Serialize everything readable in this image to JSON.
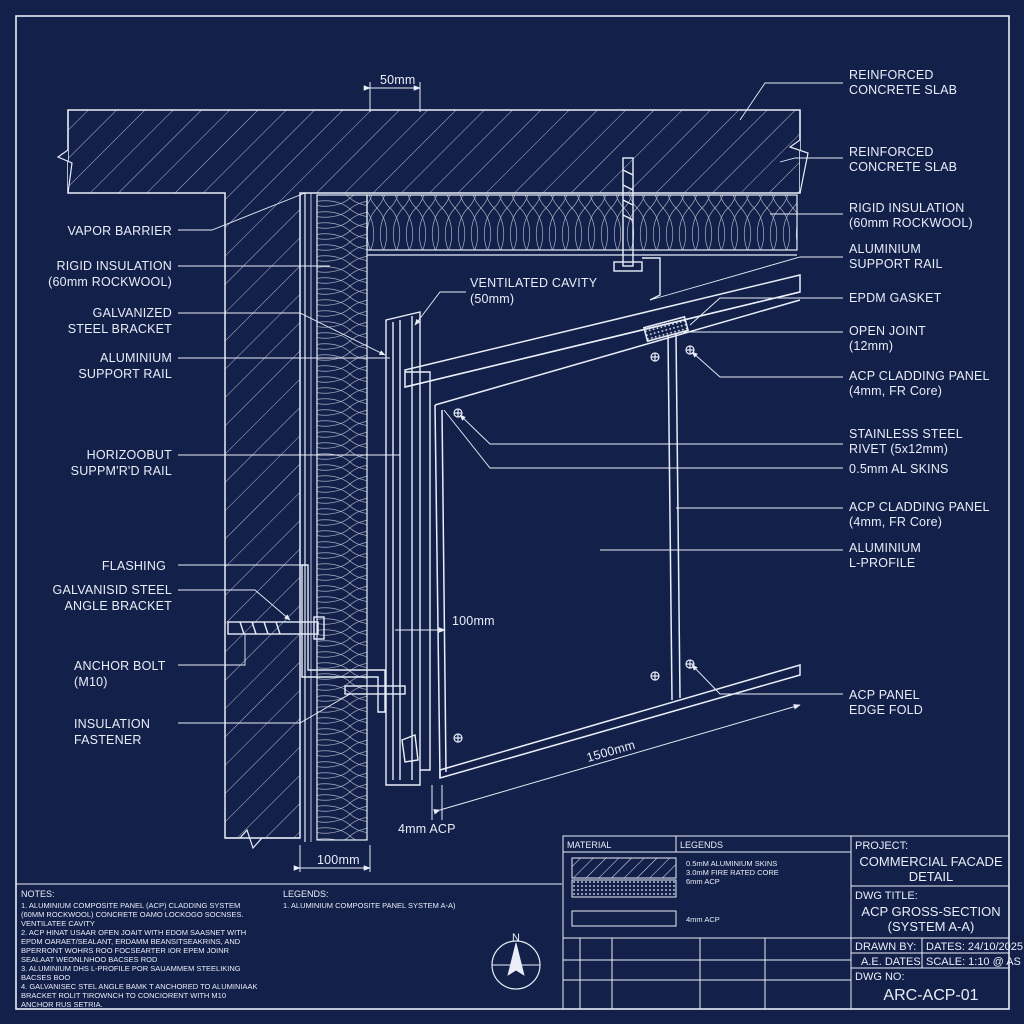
{
  "colors": {
    "background": "#13204a",
    "line": "#e8edf7"
  },
  "dimensions": {
    "top_cavity": "50mm",
    "rail_spacing": "100mm",
    "panel_length": "1500mm",
    "bottom_cavity": "100mm",
    "acp_thickness": "4mm ACP"
  },
  "labels_left": [
    {
      "lines": [
        "VAPOR BARRIER"
      ]
    },
    {
      "lines": [
        "RIGID INSULATION",
        "(60mm ROCKWOOL)"
      ]
    },
    {
      "lines": [
        "GALVANIZED",
        "STEEL BRACKET"
      ]
    },
    {
      "lines": [
        "ALUMINIUM",
        "SUPPORT RAIL"
      ]
    },
    {
      "lines": [
        "HORIZOOBUT",
        "SUPPM'R'D RAIL"
      ]
    },
    {
      "lines": [
        "FLASHING"
      ]
    },
    {
      "lines": [
        "GALVANISID STEEL",
        "ANGLE BRACKET"
      ]
    },
    {
      "lines": [
        "ANCHOR BOLT",
        "(M10)"
      ]
    },
    {
      "lines": [
        "INSULATION",
        "FASTENER"
      ]
    }
  ],
  "label_center": {
    "lines": [
      "VENTILATED CAVITY",
      "(50mm)"
    ]
  },
  "labels_right": [
    {
      "lines": [
        "REINFORCED",
        "CONCRETE SLAB"
      ]
    },
    {
      "lines": [
        "REINFORCED",
        "CONCRETE SLAB"
      ]
    },
    {
      "lines": [
        "RIGID INSULATION",
        "(60mm ROCKWOOL)"
      ]
    },
    {
      "lines": [
        "ALUMINIUM",
        "SUPPORT RAIL"
      ]
    },
    {
      "lines": [
        "EPDM GASKET"
      ]
    },
    {
      "lines": [
        "OPEN JOINT",
        "(12mm)"
      ]
    },
    {
      "lines": [
        "ACP CLADDING PANEL",
        "(4mm, FR Core)"
      ]
    },
    {
      "lines": [
        "STAINLESS STEEL",
        "RIVET (5x12mm)"
      ]
    },
    {
      "lines": [
        "0.5mm AL SKINS"
      ]
    },
    {
      "lines": [
        "ACP CLADDING PANEL",
        "(4mm, FR Core)"
      ]
    },
    {
      "lines": [
        "ALUMINIUM",
        "L-PROFILE"
      ]
    },
    {
      "lines": [
        "ACP PANEL",
        "EDGE FOLD"
      ]
    }
  ],
  "notes": {
    "heading": "NOTES:",
    "lines": [
      "1.  ALUMINIUM COMPOSITE PANEL (ACP) CLADDING SYSTEM",
      "     (60MM ROCKWOOL) CONCRETE OAMO LOCKOGO SOCNSES.",
      "     VENTILATEE CAVITY",
      "2.  ACP HINAT USAAR OFEN JOAIT WITH EDOM SAASNET WITH",
      "     EPDM OARAET/SEALANT, ERDAMM BEANSITSEAKRINS, AND",
      "     BPERRONT WOHRS ROO FOCSEARTER IOR EPEM JOINR",
      "     SEALAAT WEONLNHOO BACSES ROD",
      "3.  ALUMINIUM DHS L-PROFILE POR SAUAMMEM STEELIKING",
      "     BACSES BOO",
      "4.  GALVANISEC STEL ANGLE BAMK T ANCHORED TO ALUMINIAAK",
      "     BRACKET ROLIT TIROWNCH TO CONCIORENT WITH M10",
      "     ANCHOR RUS SETRIA."
    ]
  },
  "legends_notes": {
    "heading": "LEGENDS:",
    "lines": [
      "1.  ALUMINIUM COMPOSITE PANEL SYSTEM A-A)"
    ]
  },
  "legend_table": {
    "col_material": "MATERIAL",
    "col_legends": "LEGENDS",
    "rows": [
      {
        "lines": [
          "0.5mM ALUMINIUM SKINS",
          "3.0mM FIRE RATED CORE",
          "6mm ACP"
        ]
      },
      {
        "lines": [
          "4mm ACP"
        ]
      }
    ]
  },
  "title_block": {
    "project_label": "PROJECT:",
    "project_lines": [
      "COMMERCIAL FACADE",
      "DETAIL"
    ],
    "dwg_title_label": "DWG TITLE:",
    "dwg_title_lines": [
      "ACP GROSS-SECTION",
      "(SYSTEM A-A)"
    ],
    "drawn_by_label": "DRAWN BY:",
    "drawn_by_value": "A.E. DATES",
    "date_label": "DATES:",
    "date_value": "24/10/2025",
    "scale_label": "SCALE:",
    "scale_value": "1:10 @ AS",
    "dwg_no_label": "DWG NO:",
    "dwg_no_value": "ARC-ACP-01"
  },
  "north": {
    "label": "N"
  }
}
